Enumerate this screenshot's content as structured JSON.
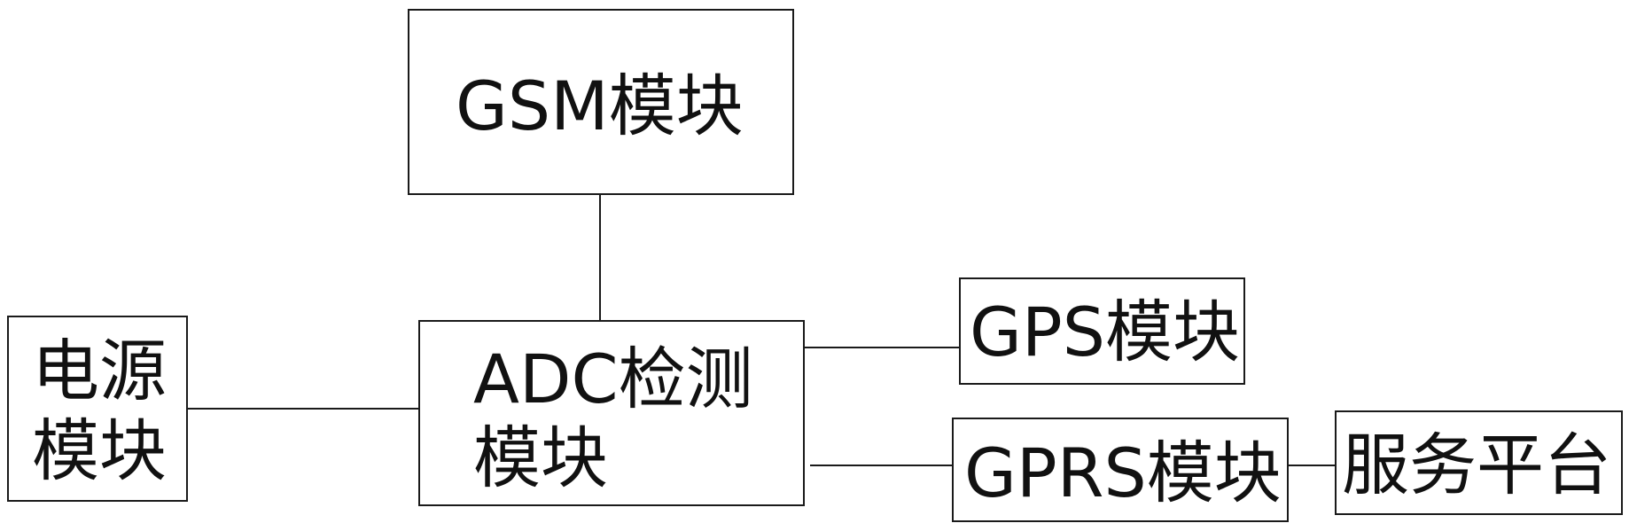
{
  "diagram": {
    "nodes": {
      "gsm": {
        "label": "GSM模块"
      },
      "adc": {
        "line1": "ADC检测",
        "line2": "模块"
      },
      "power": {
        "line1": "电源",
        "line2": "模块"
      },
      "gps": {
        "label": "GPS模块"
      },
      "gprs": {
        "label": "GPRS模块"
      },
      "service": {
        "label": "服务平台"
      }
    },
    "edges": [
      {
        "from": "gsm",
        "to": "adc"
      },
      {
        "from": "power",
        "to": "adc"
      },
      {
        "from": "adc",
        "to": "gps"
      },
      {
        "from": "adc",
        "to": "gprs"
      },
      {
        "from": "gprs",
        "to": "service"
      }
    ]
  }
}
